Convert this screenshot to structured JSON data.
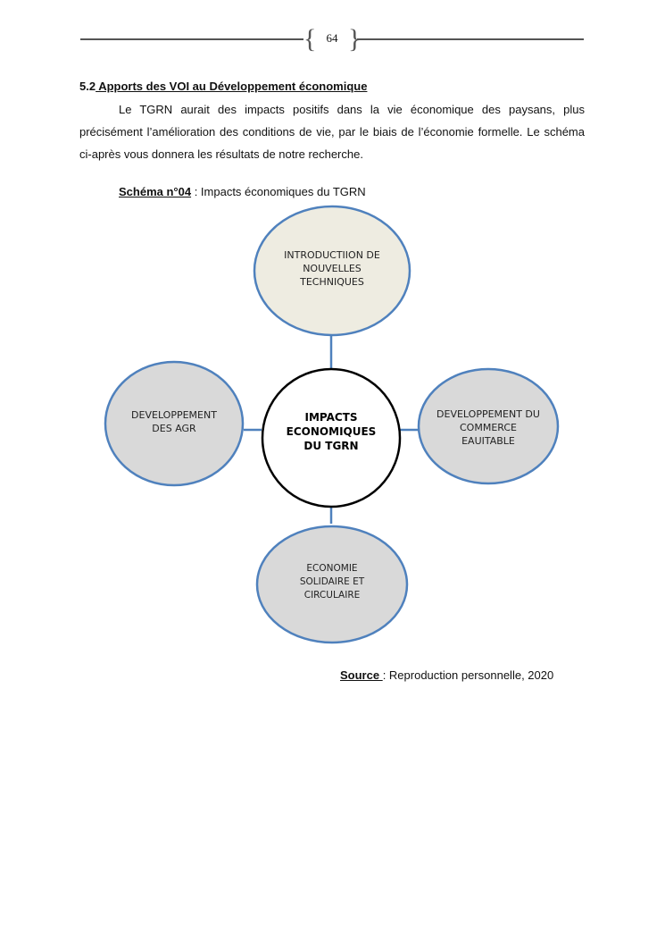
{
  "header": {
    "page_number": "64"
  },
  "section": {
    "number": "5.2",
    "title": " Apports des VOI au Développement économique",
    "paragraph": "Le TGRN aurait des impacts positifs dans la vie économique des paysans, plus précisément l’amélioration des conditions de vie, par le biais de l’économie formelle. Le schéma ci-après vous donnera les résultats de notre recherche."
  },
  "figure": {
    "caption_label": "Schéma n°04",
    "caption_sep": " : ",
    "caption_text": "Impacts économiques du TGRN",
    "center": "IMPACTS ECONOMIQUES DU TGRN",
    "nodes": {
      "top": "INTRODUCTIION DE NOUVELLES TECHNIQUES",
      "left": "DEVELOPPEMENT DES AGR",
      "right": "DEVELOPPEMENT DU COMMERCE EAUITABLE",
      "bottom": "ECONOMIE SOLIDAIRE ET CIRCULAIRE"
    },
    "colors": {
      "stroke": "#4f81bd",
      "top_fill": "#eeece1",
      "fill": "#d9d9d9",
      "center_stroke": "#000000"
    }
  },
  "source": {
    "label": "Source ",
    "text": " : Reproduction personnelle, 2020"
  }
}
